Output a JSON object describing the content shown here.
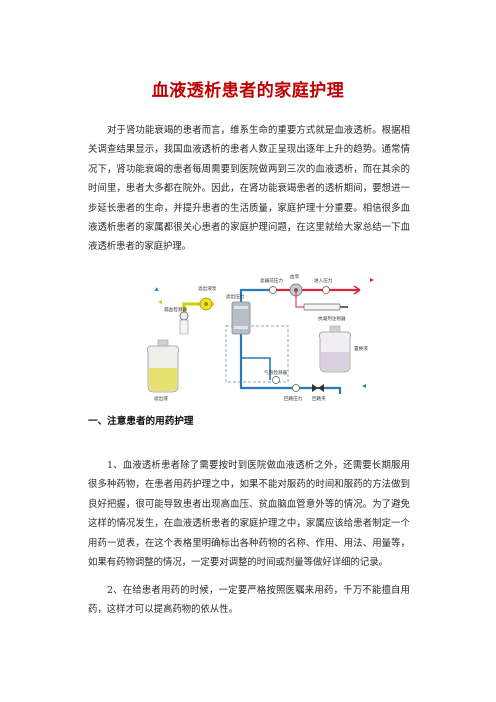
{
  "document": {
    "title": "血液透析患者的家庭护理",
    "intro": "对于肾功能衰竭的患者而言，维系生命的重要方式就是血液透析。根据相关调查结果显示，我国血液透析的患者人数正呈现出逐年上升的趋势。通常情况下，肾功能衰竭的患者每周需要到医院做两到三次的血液透析，而在其余的时间里，患者大多都在院外。因此，在肾功能衰竭患者的透析期间，要想进一步延长患者的生命，并提升患者的生活质量，家庭护理十分重要。相信很多血液透析患者的家属都很关心患者的家庭护理问题，在这里就给大家总结一下血液透析患者的家庭护理。",
    "section1_heading": "一、注意患者的用药护理",
    "section1_p1": "1、血液透析患者除了需要按时到医院做血液透析之外，还需要长期服用很多种药物，在患者用药护理之中，如果不能对服药的时间和服药的方法做到良好把握，很可能导致患者出现高血压、贫血脑血管意外等的情况。为了避免这样的情况发生，在血液透析患者的家庭护理之中，家属应该给患者制定一个用药一览表，在这个表格里明确标出各种药物的名称、作用、用法、用量等，如果有药物调整的情况，一定要对调整的时间或剂量等做好详细的记录。",
    "section1_p2": "2、在给患者用药的时候，一定要严格按照医嘱来用药，千万不能擅自用药，这样才可以提高药物的依从性。"
  },
  "diagram": {
    "labels": {
      "filtrate_pump": "滤出液泵",
      "waste_detector": "漏血检测器",
      "filter_pressure": "滤器前压力",
      "blood_pump": "血泵",
      "inlet_pressure": "进入压力",
      "anticoagulant_syringe": "抗凝剂注射器",
      "dialyzer_pressure": "滤出压力",
      "air_detector": "气泡检测器",
      "replacement_fluid": "置换液",
      "return_pressure": "回路压力",
      "return_clamp": "回路夹",
      "waste_bag": "滤出液"
    },
    "colors": {
      "venous_line": "#2a7ab8",
      "arterial_line": "#d8243c",
      "drain_line": "#c8d000",
      "waste_fluid": "#e8e070",
      "replacement_fluid": "#d8d0e0"
    }
  }
}
